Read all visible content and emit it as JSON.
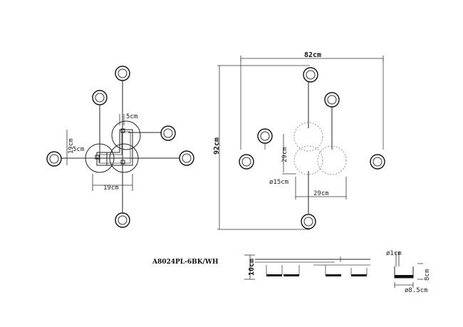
{
  "model_code": "A8024PL-6BK/WH",
  "top_view_dims": {
    "arm_width": "5cm",
    "arm_height_left": "5cm",
    "body_height": "19cm",
    "body_width": "19cm"
  },
  "front_view_dims": {
    "overall_width": "82cm",
    "overall_height": "92cm",
    "disc_height": "29cm",
    "disc_width": "29cm",
    "stem_diameter": "ø15cm"
  },
  "side_view_dims": {
    "canopy_height": "10cm",
    "rod_diameter": "ø1cm",
    "shade_height": "8cm",
    "shade_diameter": "ø8.5cm"
  },
  "colors": {
    "line": "#222222",
    "fill": "#111111",
    "background": "#ffffff"
  }
}
